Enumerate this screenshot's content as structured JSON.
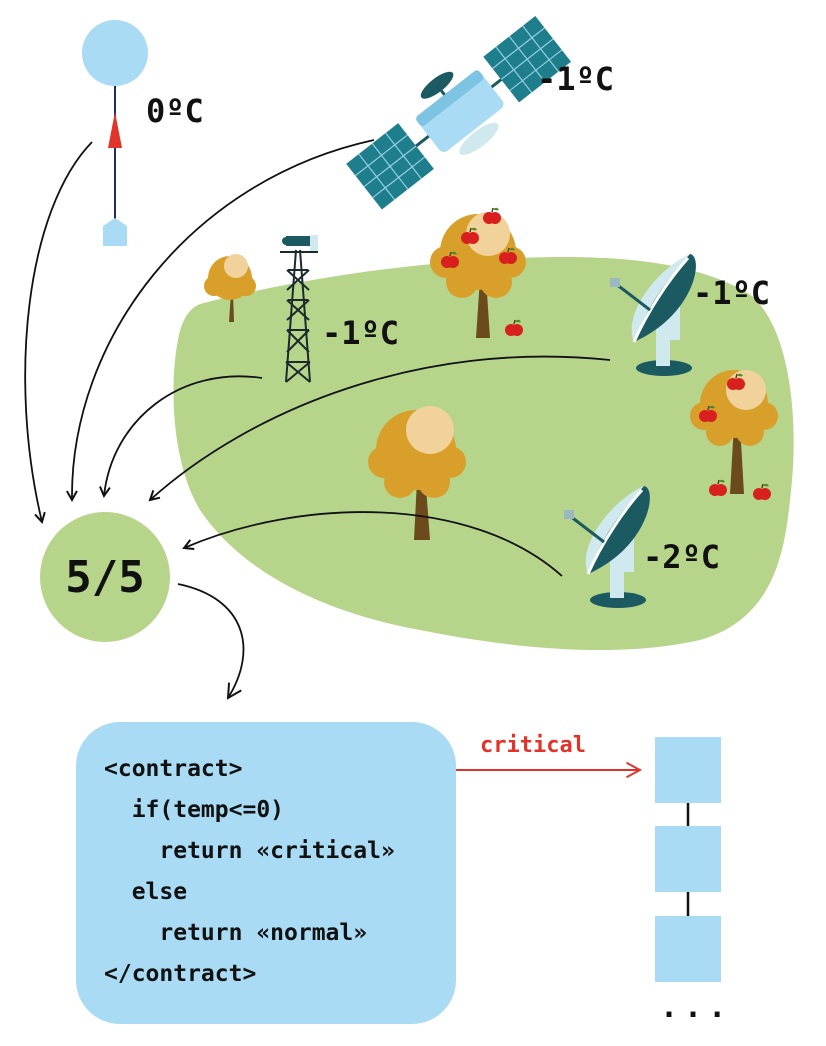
{
  "colors": {
    "meadow": "#b6d58a",
    "contract_box": "#a9dbf4",
    "blockchain_block": "#a9dbf4",
    "accent_red": "#e2332b",
    "sensor_teal": "#1c5a62",
    "foliage": "#d8a02a",
    "trunk": "#6b4a1c",
    "apple": "#d8201f"
  },
  "sensors": {
    "balloon": {
      "temp": "0ºC",
      "icon": "weather-balloon-icon"
    },
    "satellite": {
      "temp": "-1ºC",
      "icon": "satellite-icon"
    },
    "weather_tower": {
      "temp": "-1ºC",
      "icon": "weather-tower-icon"
    },
    "dish_top": {
      "temp": "-1ºC",
      "icon": "satellite-dish-icon"
    },
    "dish_bottom": {
      "temp": "-2ºC",
      "icon": "satellite-dish-icon"
    }
  },
  "consensus": {
    "label": "5/5"
  },
  "contract": {
    "lines": [
      "<contract>",
      "  if(temp<=0)",
      "    return «critical»",
      "  else",
      "    return «normal»",
      "</contract>"
    ]
  },
  "output": {
    "label": "critical"
  },
  "blockchain": {
    "ellipsis": "..."
  }
}
